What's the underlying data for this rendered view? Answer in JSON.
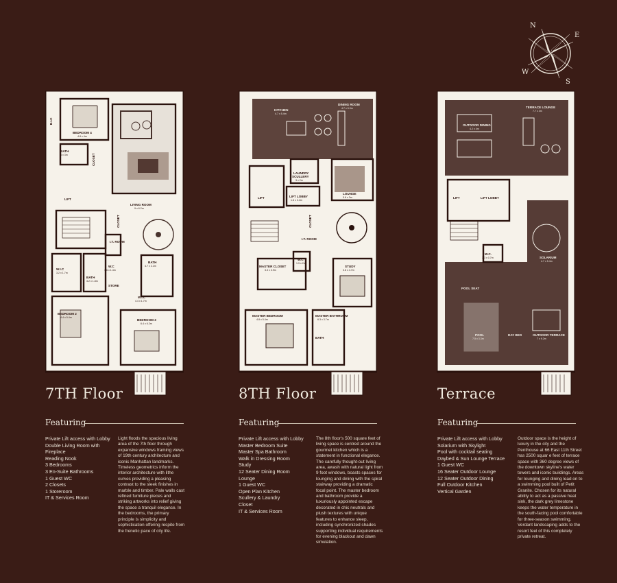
{
  "compass": {
    "n": "N",
    "e": "E",
    "s": "S",
    "w": "W"
  },
  "floors": [
    {
      "title": "7TH Floor",
      "featuring": "Featuring",
      "features": [
        "Private Lift access with Lobby",
        "Double Living Room with",
        "Fireplace",
        "Reading Nook",
        "3 Bedrooms",
        "3 En-Suite Bathrooms",
        "1 Guest WC",
        "2 Closets",
        "1 Storeroom",
        "IT & Services Room"
      ],
      "description": "Light floods the spacious living area of the 7th floor through expansive windows framing views of 19th century architecture and iconic Manhattan landmarks. Timeless geometrics inform the interior architecture with lithe curves providing a pleasing contrast to the sleek finishes in marble and timber. Pale walls cast refined furniture pieces and striking artworks into relief giving the space a tranquil elegance. In the bedrooms, the primary principle is simplicity and sophistication offering respite from the frenetic pace of city life.",
      "rooms": {
        "bic": "B.I.C",
        "bedroom4": "BEDROOM 4",
        "bedroom4_dim": "4.8 x 4m",
        "bath": "BATH",
        "bath_dim": "3 x 3m",
        "closet": "CLOSET",
        "lift": "LIFT",
        "living": "LIVING ROOM",
        "living_dim": "9 x 6.2m",
        "closet2": "CLOSET",
        "it_room": "I.T. ROOM",
        "wic": "W.I.C",
        "wic_dim": "3.2 x 1.7m",
        "bath2": "BATH",
        "bath2_dim": "3.2 x 1.8m",
        "wc": "W.C",
        "wc_dim": "1.6 x 1.4m",
        "store": "STORE",
        "bath3": "BATH",
        "bath3_dim": "4.7 x 2.1m",
        "wic2": "W.I.C",
        "wic2_dim": "4.4 x 1.7m",
        "bedroom2": "BEDROOM 2",
        "bedroom2_dim": "4.4 x 5.4m",
        "bedroom3": "BEDROOM 3",
        "bedroom3_dim": "6.4 x 6.2m"
      }
    },
    {
      "title": "8TH Floor",
      "featuring": "Featuring",
      "features": [
        "Private Lift access with Lobby",
        "Master Bedroom Suite",
        "Master Spa Bathroom",
        "Walk in Dressing Room",
        "Study",
        "12 Seater Dining Room",
        "Lounge",
        "1 Guest WC",
        "Open Plan Kitchen",
        "Scullery & Laundry",
        "Closet",
        "IT & Services Room"
      ],
      "description": "The 8th floor's 500 square feet of living space is centred around the gourmet kitchen which is a statement in functional elegance. The carefully thought-out living area, awash with natural light from 9 foot windows, boasts spaces for lounging and dining with the spiral stairway providing a dramatic focal point. The master bedroom and bathroom provide a luxuriously appointed escape decorated in chic neutrals and plush textures with unique features to enhance sleep, including synchronized shades supporting individual requirements for evening blackout and dawn simulation.",
      "rooms": {
        "kitchen": "KITCHEN",
        "kitchen_dim": "4.7 x 5.4m",
        "dining": "DINING ROOM",
        "dining_dim": "4.7 x 5.9m",
        "laundry": "LAUNDRY",
        "scullery": "SCULLERY",
        "laundry_dim": "3 x 2m",
        "lift": "LIFT",
        "lift_lobby": "LIFT LOBBY",
        "lift_lobby_dim": "1.6 x 2.4m",
        "lounge": "LOUNGE",
        "lounge_dim": "5.6 x 3m",
        "closet": "CLOSET",
        "it_room": "I.T. ROOM",
        "master_closet": "MASTER CLOSET",
        "master_closet_dim": "3.3 x 3.9m",
        "wc": "W.C",
        "wc_dim": "1.9 x 2m",
        "study": "STUDY",
        "study_dim": "3.6 x 4.7m",
        "master_bedroom": "MASTER BEDROOM",
        "master_bedroom_dim": "4.8 x 5.4m",
        "master_bathroom": "MASTER BATHROOM",
        "master_bathroom_dim": "6.3 x 3.7m",
        "bath": "BATH"
      }
    },
    {
      "title": "Terrace",
      "featuring": "Featuring",
      "features": [
        "Private Lift access with Lobby",
        "Solarium with Skylight",
        "Pool with cocktail seating",
        "Daybed & Sun Lounge Terrace",
        "1 Guest WC",
        "16 Seater Outdoor Lounge",
        "12 Seater Outdoor Dining",
        "Full Outdoor Kitchen",
        "Vertical Garden"
      ],
      "description": "Outdoor space is the height of luxury in the city and the Penthouse at 66 East 11th Street has 2500 squar e feet of terrace space with 360 degree views of the downtown skyline's water towers and iconic buildings. Areas for lounging and dining lead on to a swimming pool built of Petit Granite. Chosen for its natural ability to act as a passive heat sink, the dark grey limestone keeps the water temperature in the south-facing pool comfortable for three-season swimming. Verdant landscaping adds to the resort feel of this completely private retreat.",
      "rooms": {
        "outdoor_dining": "OUTDOOR DINING",
        "outdoor_dining_dim": "4.2 x 4m",
        "terrace_lounge": "TERRACE LOUNGE",
        "terrace_lounge_dim": "7.7 x 4m",
        "lift": "LIFT",
        "lift_lobby": "LIFT LOBBY",
        "wc": "W.C.",
        "wc_dim": "3.3 x 0.7m",
        "solarium": "SOLARIUM",
        "solarium_dim": "4.7 x 5.4m",
        "pool_seat": "POOL SEAT",
        "pool": "POOL",
        "pool_dim": "7.5 x 3.3m",
        "day_bed": "DAY BED",
        "outdoor_terrace": "OUTDOOR TERRACE",
        "outdoor_terrace_dim": "7 x 9.2m"
      }
    }
  ]
}
